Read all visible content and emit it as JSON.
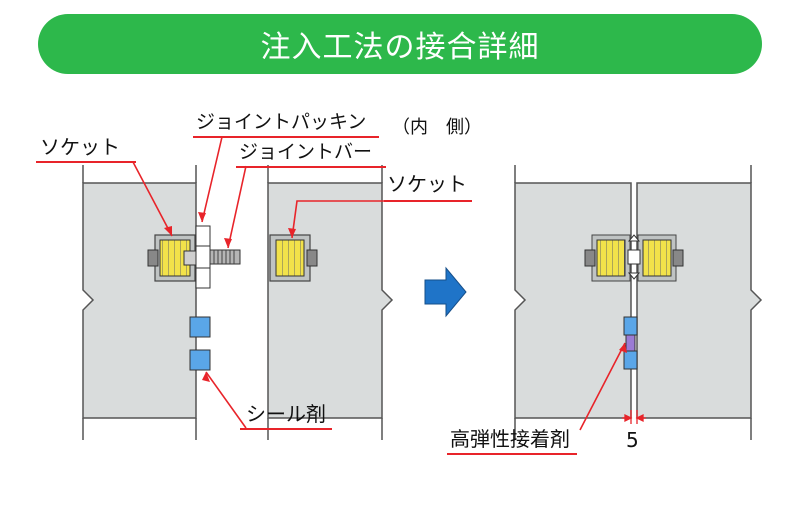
{
  "title": "注入工法の接合詳細",
  "labels": {
    "socket_left": "ソケット",
    "joint_packing": "ジョイントパッキン",
    "inner_side": "（内　側）",
    "joint_bar": "ジョイントバー",
    "socket_right": "ソケット",
    "sealant": "シール剤",
    "adhesive": "高弾性接着剤",
    "gap_dim": "5"
  },
  "colors": {
    "title_bg": "#2db84b",
    "panel_fill": "#d9dcdc",
    "leader": "#e8242a",
    "arrow": "#1f74c8",
    "seal_blue": "#5aa6e8",
    "adhesive_purple": "#9b7bd4",
    "socket_yellow": "#f2e24a"
  }
}
